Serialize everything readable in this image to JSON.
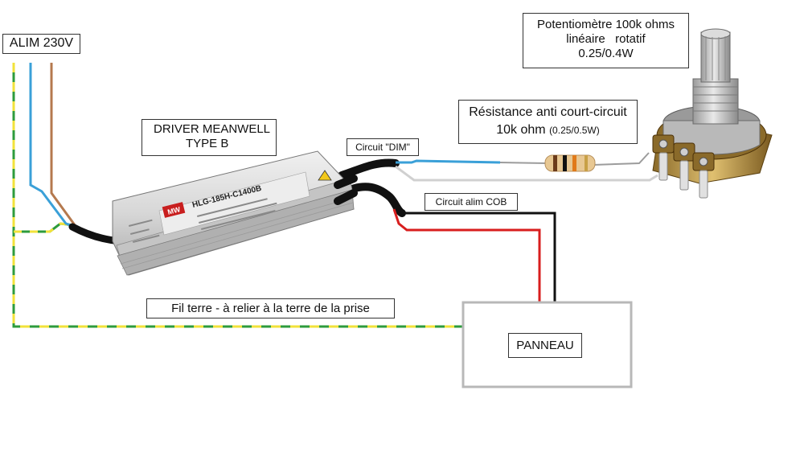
{
  "labels": {
    "alim": "ALIM 230V",
    "potentiometer": [
      "Potentiomètre 100k ohms",
      "linéaire   rotatif",
      "0.25/0.4W"
    ],
    "resistor_title": "Résistance anti court-circuit",
    "resistor_value": "10k ohm",
    "resistor_power": "(0.25/0.5W)",
    "driver": [
      "DRIVER MEANWELL",
      "TYPE B"
    ],
    "dim": "Circuit \"DIM\"",
    "cob": "Circuit alim COB",
    "earth": "Fil terre - à relier à la terre de la prise",
    "panel": "PANNEAU"
  },
  "driver_device": {
    "brand": "MW",
    "model": "HLG-185H-C1400B"
  },
  "colors": {
    "earth_green": "#2e9b3c",
    "earth_yellow": "#f2e23a",
    "neutral_blue": "#3aa0d8",
    "live_brown": "#b5794e",
    "cob_red": "#d81e1e",
    "cob_black": "#111111",
    "dim_grey": "#bfbfbf",
    "panel_border": "#b8b8b8"
  }
}
